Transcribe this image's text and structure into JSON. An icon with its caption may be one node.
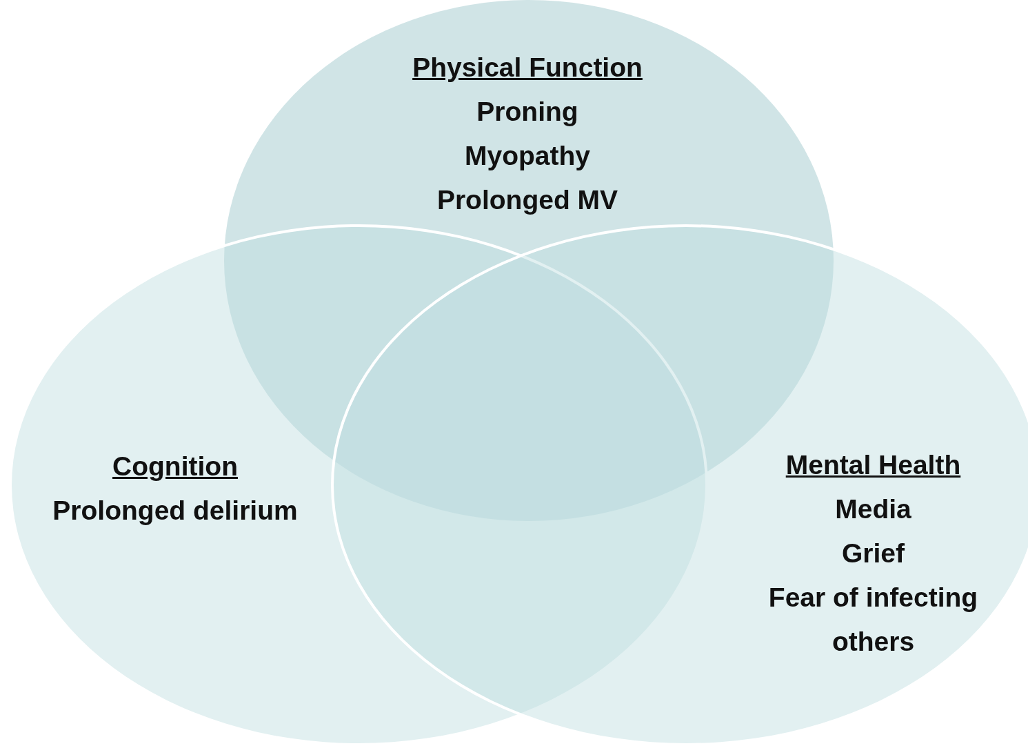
{
  "diagram": {
    "nodes": [
      {
        "text": [
          "Physical Function",
          "Proning",
          "Myopathy",
          "Prolonged MV"
        ]
      },
      {
        "text": [
          "Cognition",
          "Prolonged delirium"
        ]
      },
      {
        "text": [
          "Mental Health",
          "Media",
          "Grief",
          "Fear of infecting others"
        ]
      }
    ]
  }
}
